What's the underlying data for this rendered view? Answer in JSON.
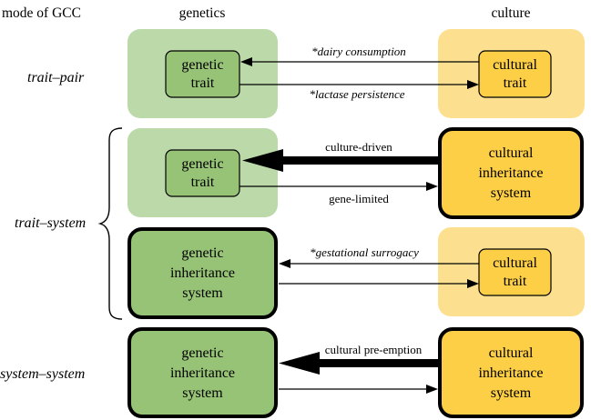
{
  "headers": {
    "mode": "mode of GCC",
    "genetics": "genetics",
    "culture": "culture"
  },
  "modes": {
    "trait_pair": "trait–pair",
    "trait_system": "trait–system",
    "system_system": "system–system"
  },
  "boxes": {
    "genetic_trait": [
      "genetic",
      "trait"
    ],
    "cultural_trait": [
      "cultural",
      "trait"
    ],
    "genetic_system": [
      "genetic",
      "inheritance",
      "system"
    ],
    "cultural_system": [
      "cultural",
      "inheritance",
      "system"
    ]
  },
  "arrow_labels": {
    "dairy": "*dairy consumption",
    "lactase": "*lactase persistence",
    "culture_driven": "culture-driven",
    "gene_limited": "gene-limited",
    "surrogacy": "*gestational surrogacy",
    "preemption": "cultural pre-emption"
  },
  "colors": {
    "green_light": "#bcd9a9",
    "green": "#97c377",
    "yellow_light": "#fde08f",
    "yellow": "#fdcf46",
    "stroke": "#000000"
  }
}
